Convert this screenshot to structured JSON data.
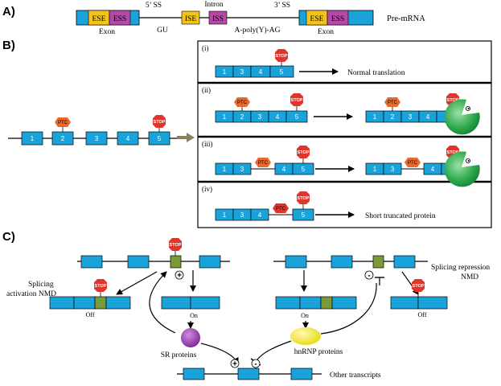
{
  "section_labels": {
    "a": "A)",
    "b": "B)",
    "c": "C)"
  },
  "colors": {
    "exon": "#1aa3db",
    "ese": "#f2c31b",
    "ess": "#b548a8",
    "stop": "#e0352b",
    "ptc": "#e86a2e",
    "ribosome": "#2eaa4f",
    "sr": "#8b3aa2",
    "hnrnp": "#f2e51b",
    "green_box": "#7a9a3a"
  },
  "a": {
    "ese": "ESE",
    "ess": "ESS",
    "ise": "ISE",
    "iss": "ISS",
    "ss5": "5’ SS",
    "ss3": "3’ SS",
    "intron": "Intron",
    "gu": "GU",
    "ag": "A-poly(Y)-AG",
    "exon_left": "Exon",
    "exon_right": "Exon",
    "premrna": "Pre-mRNA"
  },
  "b": {
    "stop": "STOP",
    "ptc": "PTC",
    "gene_nums": [
      "1",
      "2",
      "3",
      "4",
      "5"
    ],
    "panels": [
      {
        "roman": "(i)",
        "outcome": "Normal translation"
      },
      {
        "roman": "(ii)"
      },
      {
        "roman": "(iii)"
      },
      {
        "roman": "(iv)",
        "outcome": "Short truncated protein"
      }
    ]
  },
  "c": {
    "stop": "STOP",
    "splicing_activation": [
      "Splicing",
      "activation NMD"
    ],
    "splicing_repression": [
      "Splicing repression",
      "NMD"
    ],
    "off": "Off",
    "on": "On",
    "sr_proteins": "SR proteins",
    "hnrnp_proteins": "hnRNP proteins",
    "other_transcripts": "Other transcripts",
    "plus": "+",
    "minus": "-"
  }
}
